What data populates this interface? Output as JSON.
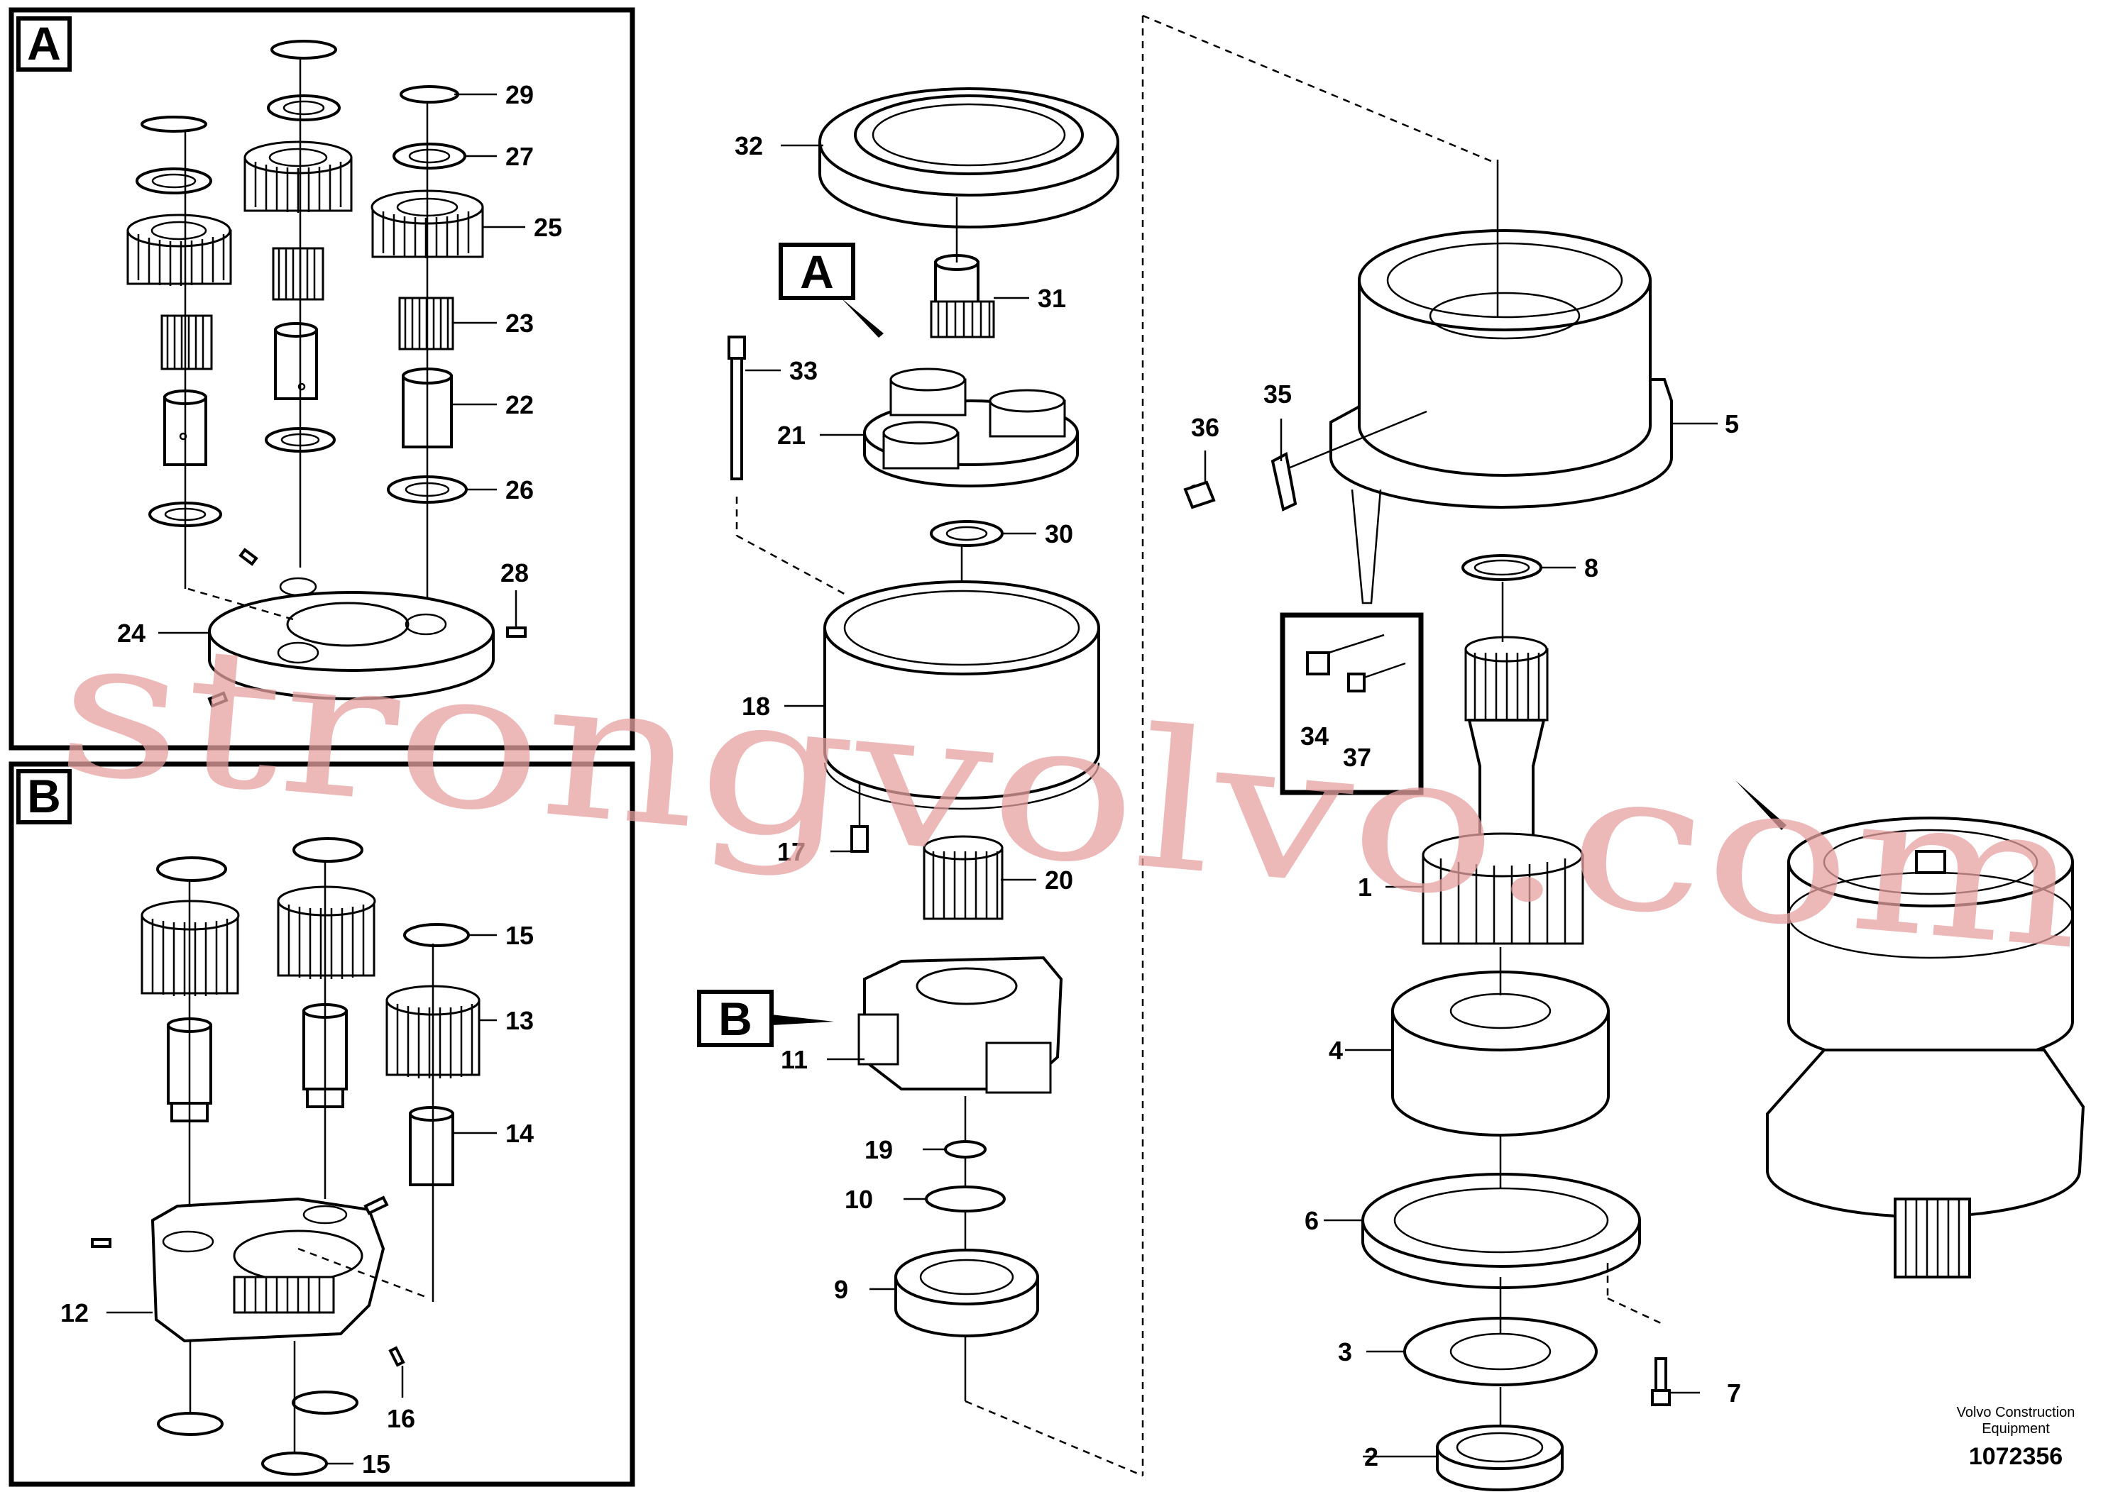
{
  "callouts": {
    "inset_a": [
      "29",
      "27",
      "25",
      "23",
      "22",
      "26",
      "28",
      "24"
    ],
    "inset_b": [
      "15",
      "13",
      "14",
      "12",
      "16",
      "15"
    ],
    "center": [
      "32",
      "A",
      "31",
      "33",
      "21",
      "30",
      "18",
      "17",
      "20",
      "B",
      "11",
      "19",
      "10",
      "9"
    ],
    "right": [
      "35",
      "36",
      "5",
      "8",
      "34",
      "37",
      "1",
      "4",
      "6",
      "3",
      "7",
      "2"
    ]
  },
  "insets": {
    "a_letter": "A",
    "b_letter": "B"
  },
  "footer": {
    "brand_line1": "Volvo Construction",
    "brand_line2": "Equipment",
    "drawing_number": "1072356"
  },
  "watermark": "strongvolvo.com"
}
